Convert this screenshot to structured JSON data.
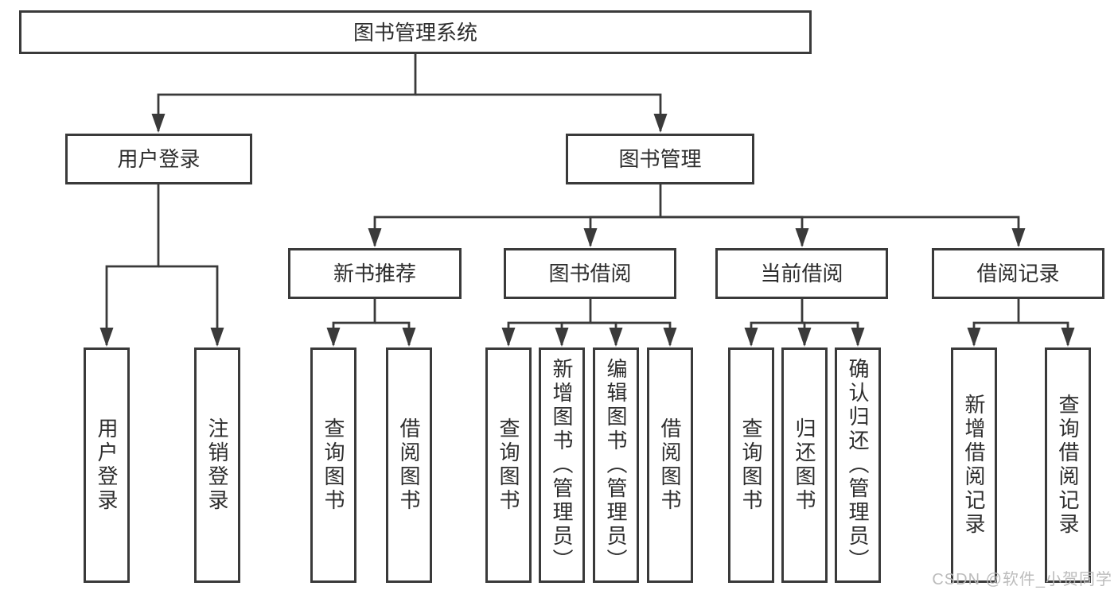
{
  "diagram_title": "图书管理系统",
  "colors": {
    "line": "#3a3a3a",
    "box_border": "#3a3a3a",
    "text": "#2d2d2d",
    "watermark": "#b8b8b8",
    "background": "#ffffff"
  },
  "tree": {
    "root": {
      "label": "图书管理系统",
      "children": [
        {
          "label": "用户登录",
          "children": [
            {
              "label": "用户登录"
            },
            {
              "label": "注销登录"
            }
          ]
        },
        {
          "label": "图书管理",
          "children": [
            {
              "label": "新书推荐",
              "children": [
                {
                  "label": "查询图书"
                },
                {
                  "label": "借阅图书"
                }
              ]
            },
            {
              "label": "图书借阅",
              "children": [
                {
                  "label": "查询图书"
                },
                {
                  "label": "新增图书（管理员）"
                },
                {
                  "label": "编辑图书（管理员）"
                },
                {
                  "label": "借阅图书"
                }
              ]
            },
            {
              "label": "当前借阅",
              "children": [
                {
                  "label": "查询图书"
                },
                {
                  "label": "归还图书"
                },
                {
                  "label": "确认归还（管理员）"
                }
              ]
            },
            {
              "label": "借阅记录",
              "children": [
                {
                  "label": "新增借阅记录"
                },
                {
                  "label": "查询借阅记录"
                }
              ]
            }
          ]
        }
      ]
    }
  },
  "watermark": {
    "text": "CSDN @软件_小贺同学"
  }
}
